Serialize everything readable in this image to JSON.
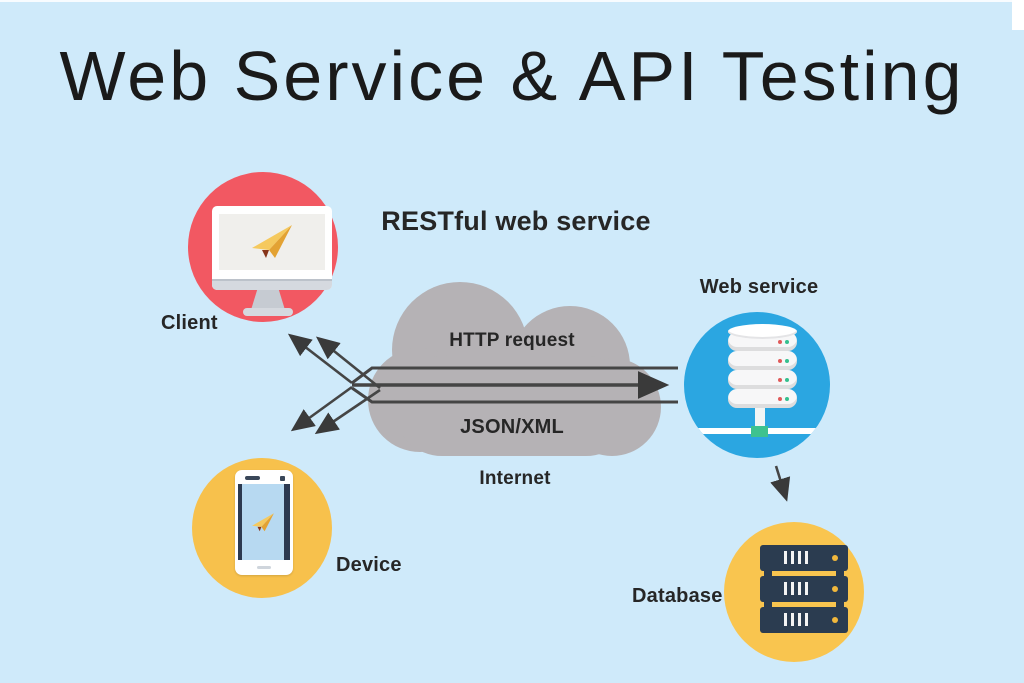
{
  "title": "Web Service & API Testing",
  "subtitle": "RESTful web service",
  "cloud": {
    "request_label": "HTTP request",
    "response_label": "JSON/XML",
    "name": "Internet"
  },
  "nodes": {
    "client": {
      "label": "Client",
      "icon": "monitor-cursor-icon"
    },
    "device": {
      "label": "Device",
      "icon": "smartphone-cursor-icon"
    },
    "web_service": {
      "label": "Web service",
      "icon": "server-stack-icon"
    },
    "database": {
      "label": "Database",
      "icon": "database-rack-icon"
    },
    "internet": {
      "icon": "cloud-icon"
    }
  },
  "colors": {
    "background": "#cfeafa",
    "title_text": "#1a1a1a",
    "label_text": "#262626",
    "client_circle": "#f25862",
    "device_circle": "#f7c14c",
    "database_circle": "#f9c54f",
    "web_service_circle": "#2ba6e1",
    "cloud_gray": "#b5b2b5",
    "arrow_gray": "#454545",
    "server_navy": "#2b3c50",
    "connector_green": "#3ec28f",
    "plane_gold": "#e3a233"
  }
}
